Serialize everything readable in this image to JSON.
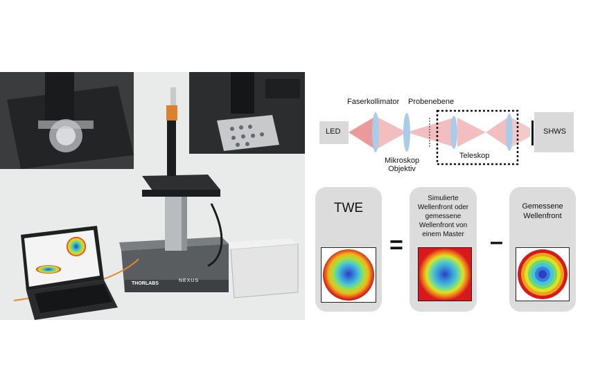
{
  "optics": {
    "led": "LED",
    "faserkollimator": "Faserkollimator",
    "probenebene": "Probenebene",
    "mikroskop_objektiv_line1": "Mikroskop",
    "mikroskop_objektiv_line2": "Objektiv",
    "teleskop": "Teleskop",
    "shws": "SHWS"
  },
  "equation": {
    "twe_title": "TWE",
    "equals": "=",
    "minus": "–",
    "simulated_title": "Simulierte Wellenfront oder gemessene Wellenfront von einem Master",
    "measured_title": "Gemessene Wellenfront"
  },
  "photo": {
    "brand_logo": "THORLABS",
    "nexus_logo": "NEXUS"
  },
  "colors": {
    "beam": "#e8888a",
    "lens": "#a9cde8",
    "card": "#dcdcdc",
    "wavefront_red": "#d7191c",
    "wavefront_blue": "#2b3fbf"
  }
}
